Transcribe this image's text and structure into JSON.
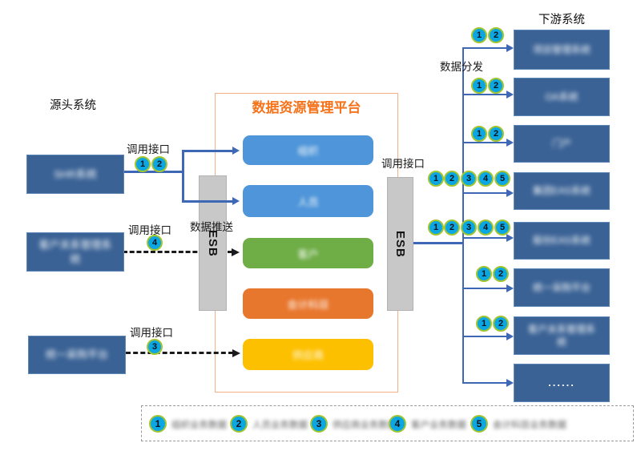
{
  "labels": {
    "source_title": "源头系统",
    "downstream_title": "下游系统",
    "platform_title": "数据资源管理平台",
    "call_interface": "调用接口",
    "data_push": "数据推送",
    "data_distribution": "数据分发",
    "esb": "ESB",
    "ellipsis": "......"
  },
  "colors": {
    "dark_box": "#3a6295",
    "module_blue": "#4e95d9",
    "module_green": "#6fad47",
    "module_orange": "#e8772e",
    "module_yellow": "#fdc000",
    "flow_line_blue": "#3e68b5",
    "chip_fill": "#0ca6e2",
    "chip_border": "#a3c52f",
    "platform_frame": "#f5b183",
    "platform_title_text": "#f4731b",
    "esb_bar": "#c8c8c8"
  },
  "source_systems": [
    {
      "label": "SHR系统",
      "interface_label": "调用接口",
      "nums": [
        "1",
        "2"
      ]
    },
    {
      "label": "客户关系管理系统",
      "interface_label": "调用接口",
      "nums": [
        "4"
      ]
    },
    {
      "label": "统一采购平台",
      "interface_label": "调用接口",
      "nums": [
        "3"
      ]
    }
  ],
  "platform_modules": [
    {
      "label": "组织",
      "color": "#4e95d9"
    },
    {
      "label": "人员",
      "color": "#4e95d9"
    },
    {
      "label": "客户",
      "color": "#6fad47"
    },
    {
      "label": "会计科目",
      "color": "#e8772e"
    },
    {
      "label": "供应商",
      "color": "#fdc000"
    }
  ],
  "downstream_systems": [
    {
      "label": "项目管理系统",
      "nums": [
        "1",
        "2"
      ]
    },
    {
      "label": "OA系统",
      "nums": [
        "1",
        "2"
      ]
    },
    {
      "label": "门户",
      "nums": [
        "1",
        "2"
      ]
    },
    {
      "label": "集团EAS系统",
      "nums": [
        "1",
        "2",
        "3",
        "4",
        "5"
      ]
    },
    {
      "label": "股份EAS系统",
      "nums": [
        "1",
        "2",
        "3",
        "4",
        "5"
      ]
    },
    {
      "label": "统一采购平台",
      "nums": [
        "1",
        "2"
      ]
    },
    {
      "label": "客户关系管理系统",
      "nums": [
        "1",
        "2"
      ]
    },
    {
      "label": "......",
      "nums": []
    }
  ],
  "legend": {
    "items": [
      {
        "num": "1",
        "label": "组织业务数据"
      },
      {
        "num": "2",
        "label": "人员业务数据"
      },
      {
        "num": "3",
        "label": "供应商业务数据"
      },
      {
        "num": "4",
        "label": "客户业务数据"
      },
      {
        "num": "5",
        "label": "会计科目业务数据"
      }
    ]
  }
}
